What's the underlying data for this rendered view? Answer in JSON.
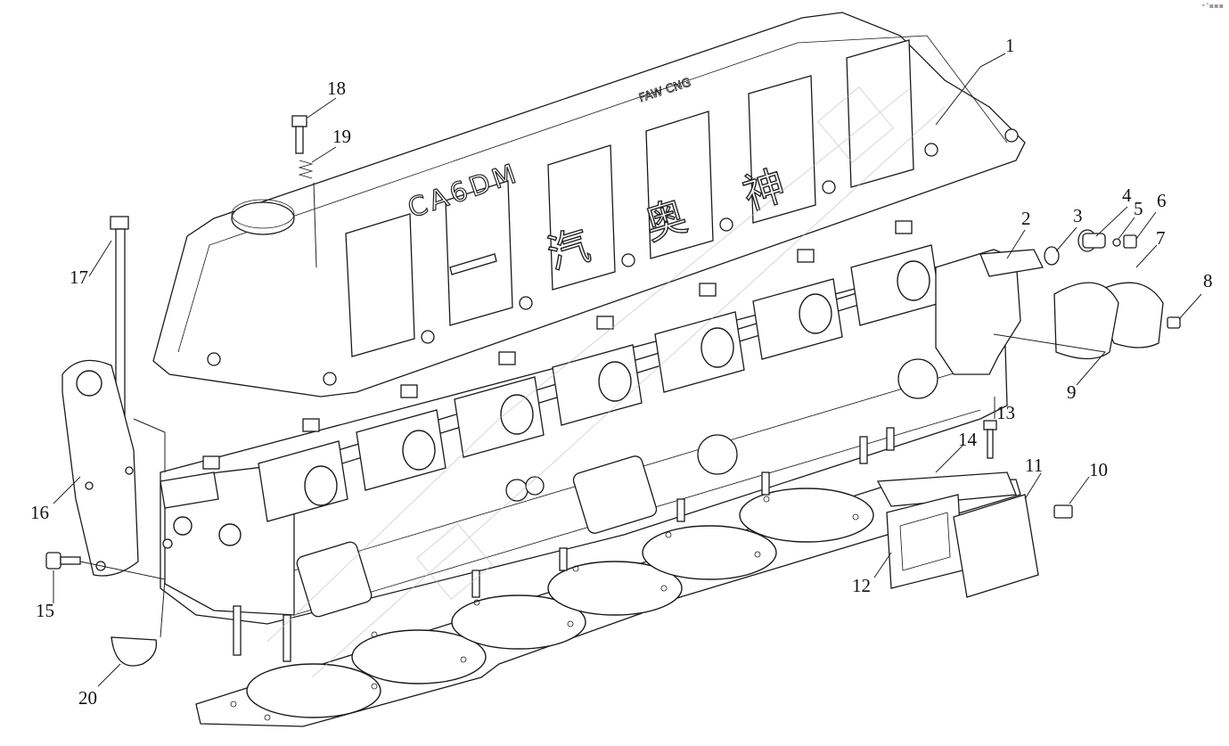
{
  "diagram": {
    "callouts": [
      {
        "id": "callout-1",
        "label": "1"
      },
      {
        "id": "callout-2",
        "label": "2"
      },
      {
        "id": "callout-3",
        "label": "3"
      },
      {
        "id": "callout-4",
        "label": "4"
      },
      {
        "id": "callout-5",
        "label": "5"
      },
      {
        "id": "callout-6",
        "label": "6"
      },
      {
        "id": "callout-7",
        "label": "7"
      },
      {
        "id": "callout-8",
        "label": "8"
      },
      {
        "id": "callout-9",
        "label": "9"
      },
      {
        "id": "callout-10",
        "label": "10"
      },
      {
        "id": "callout-11",
        "label": "11"
      },
      {
        "id": "callout-12",
        "label": "12"
      },
      {
        "id": "callout-13",
        "label": "13"
      },
      {
        "id": "callout-14",
        "label": "14"
      },
      {
        "id": "callout-15",
        "label": "15"
      },
      {
        "id": "callout-16",
        "label": "16"
      },
      {
        "id": "callout-17",
        "label": "17"
      },
      {
        "id": "callout-18",
        "label": "18"
      },
      {
        "id": "callout-19",
        "label": "19"
      },
      {
        "id": "callout-20",
        "label": "20"
      }
    ],
    "cover_text_cn": [
      "汽",
      "奥",
      "神"
    ],
    "cover_text_latin": "CA6DM",
    "cover_badge": "FAW CNG",
    "corner_mark": "•°▪▪▪"
  }
}
